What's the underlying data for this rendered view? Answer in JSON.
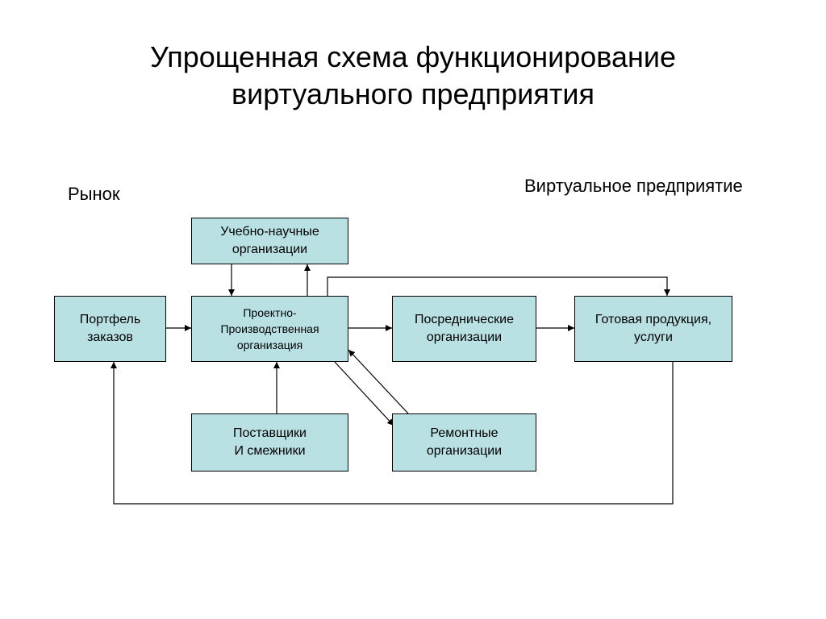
{
  "title": {
    "line1": "Упрощенная схема функционирование",
    "line2": "виртуального предприятия"
  },
  "labels": {
    "market": "Рынок",
    "virtual_enterprise": "Виртуальное предприятие"
  },
  "nodes": {
    "educational": {
      "line1": "Учебно-научные",
      "line2": "организации"
    },
    "order_portfolio": {
      "line1": "Портфель",
      "line2": "заказов"
    },
    "design_production": {
      "line1": "Проектно-",
      "line2": "Производственная",
      "line3": "организация"
    },
    "intermediary": {
      "line1": "Посреднические",
      "line2": "организации"
    },
    "finished_products": {
      "line1": "Готовая продукция,",
      "line2": "услуги"
    },
    "suppliers": {
      "line1": "Поставщики",
      "line2": "И смежники"
    },
    "repair": {
      "line1": "Ремонтные",
      "line2": "организации"
    }
  },
  "colors": {
    "box_fill": "#b9e1e4",
    "stroke": "#000000"
  }
}
